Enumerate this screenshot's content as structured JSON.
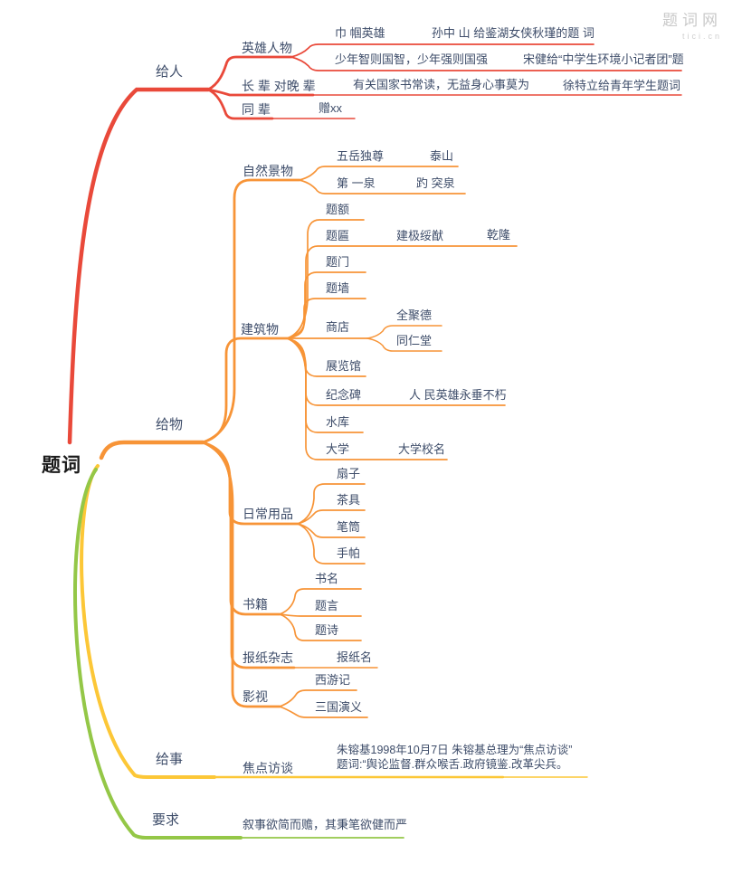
{
  "watermark": {
    "title": "题词网",
    "domain": "tici.cn"
  },
  "palette": {
    "red": "#e9493a",
    "orange": "#f79437",
    "yellow": "#fcc737",
    "green": "#94c747",
    "text": "#3d4c69"
  },
  "root": {
    "label": "题词"
  },
  "give_person": {
    "label": "给人",
    "hero": {
      "label": "英雄人物",
      "heroine": {
        "label": "巾 帼英雄",
        "note": "孙中 山 给鉴湖女侠秋瑾的题 词"
      },
      "youth": {
        "label": "少年智则国智，少年强则国强",
        "note": "宋健给“中学生环境小记者团”题"
      }
    },
    "elder_to_junior": {
      "label": "长 辈 对晚 辈",
      "note": "有关国家书常读，无益身心事莫为",
      "note2": "徐特立给青年学生题词"
    },
    "peer": {
      "label": "同 辈",
      "note": "赠xx"
    }
  },
  "give_thing": {
    "label": "给物",
    "nature": {
      "label": "自然景物",
      "wuyue": {
        "label": "五岳独尊",
        "note": "泰山"
      },
      "spring": {
        "label": "第 一泉",
        "note": "趵 突泉"
      }
    },
    "building": {
      "label": "建筑物",
      "forehead": {
        "label": "题额"
      },
      "plaque": {
        "label": "题匾",
        "note": "建极绥猷",
        "note2": "乾隆"
      },
      "gate": {
        "label": "题门"
      },
      "wall": {
        "label": "题墙"
      },
      "shop": {
        "label": "商店",
        "quanjude": {
          "label": "全聚德"
        },
        "tongrentang": {
          "label": "同仁堂"
        }
      },
      "exhibition": {
        "label": "展览馆"
      },
      "monument": {
        "label": "纪念碑",
        "note": "人 民英雄永垂不朽"
      },
      "reservoir": {
        "label": "水库"
      },
      "university": {
        "label": "大学",
        "note": "大学校名"
      }
    },
    "daily": {
      "label": "日常用品",
      "fan": {
        "label": "扇子"
      },
      "tea": {
        "label": "茶具"
      },
      "pen_holder": {
        "label": "笔筒"
      },
      "handkerchief": {
        "label": "手帕"
      }
    },
    "books": {
      "label": "书籍",
      "book_name": {
        "label": "书名"
      },
      "preface": {
        "label": "题言"
      },
      "poem": {
        "label": "题诗"
      }
    },
    "newspaper": {
      "label": "报纸杂志",
      "note": "报纸名"
    },
    "film": {
      "label": "影视",
      "xiyouji": {
        "label": "西游记"
      },
      "sanguo": {
        "label": "三国演义"
      }
    }
  },
  "give_event": {
    "label": "给事",
    "jiaodian": {
      "label": "焦点访谈",
      "note_line1": "朱镕基1998年10月7日 朱镕基总理为“焦点访谈”",
      "note_line2": "题词:“舆论监督.群众喉舌.政府镜鉴.改革尖兵。"
    }
  },
  "requirement": {
    "label": "要求",
    "note": "叙事欲简而赡，其秉笔欲健而严"
  }
}
